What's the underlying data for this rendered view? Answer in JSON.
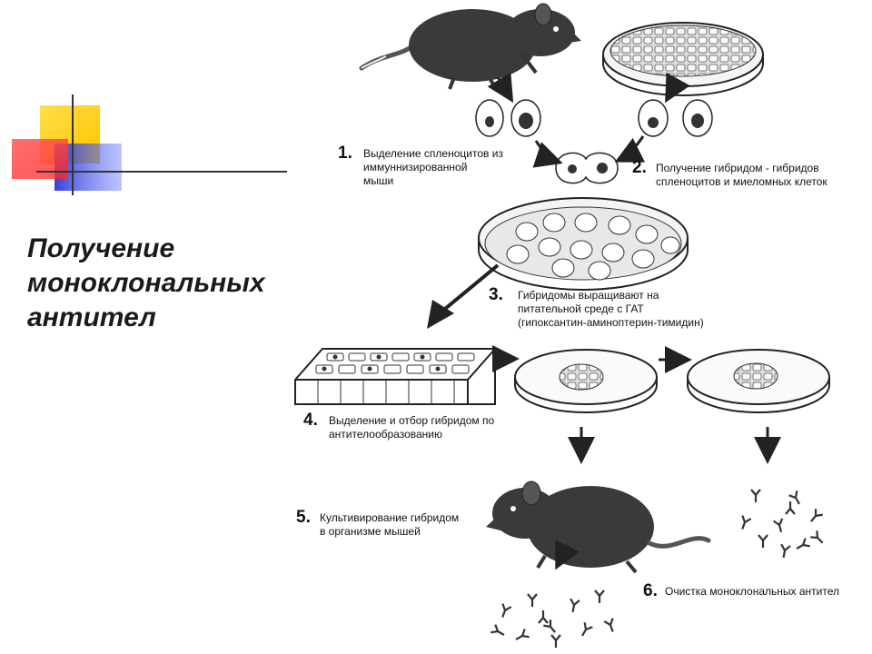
{
  "title": [
    "Получение",
    "моноклональных",
    "антител"
  ],
  "steps": [
    {
      "num": "1.",
      "lines": [
        "Выделение спленоцитов из",
        "иммуннизированной",
        "мыши"
      ]
    },
    {
      "num": "2.",
      "lines": [
        "Получение гибридом - гибридов",
        "спленоцитов и миеломных клеток"
      ]
    },
    {
      "num": "3.",
      "lines": [
        "Гибридомы выращивают на",
        "питательной среде с ГАТ",
        "(гипоксантин-аминоптерин-тимидин)"
      ]
    },
    {
      "num": "4.",
      "lines": [
        "Выделение и отбор гибридом по",
        "антителообразованию"
      ]
    },
    {
      "num": "5.",
      "lines": [
        "Культивирование гибридом",
        "в организме мышей"
      ]
    },
    {
      "num": "6.",
      "lines": [
        "Очистка моноклональных антител"
      ]
    }
  ],
  "colors": {
    "yellow": "#ffd21c",
    "red": "#ff3b3b",
    "blue": "#2d3fd8",
    "line": "#2b2b2b",
    "mouse": "#3a3a3a"
  }
}
